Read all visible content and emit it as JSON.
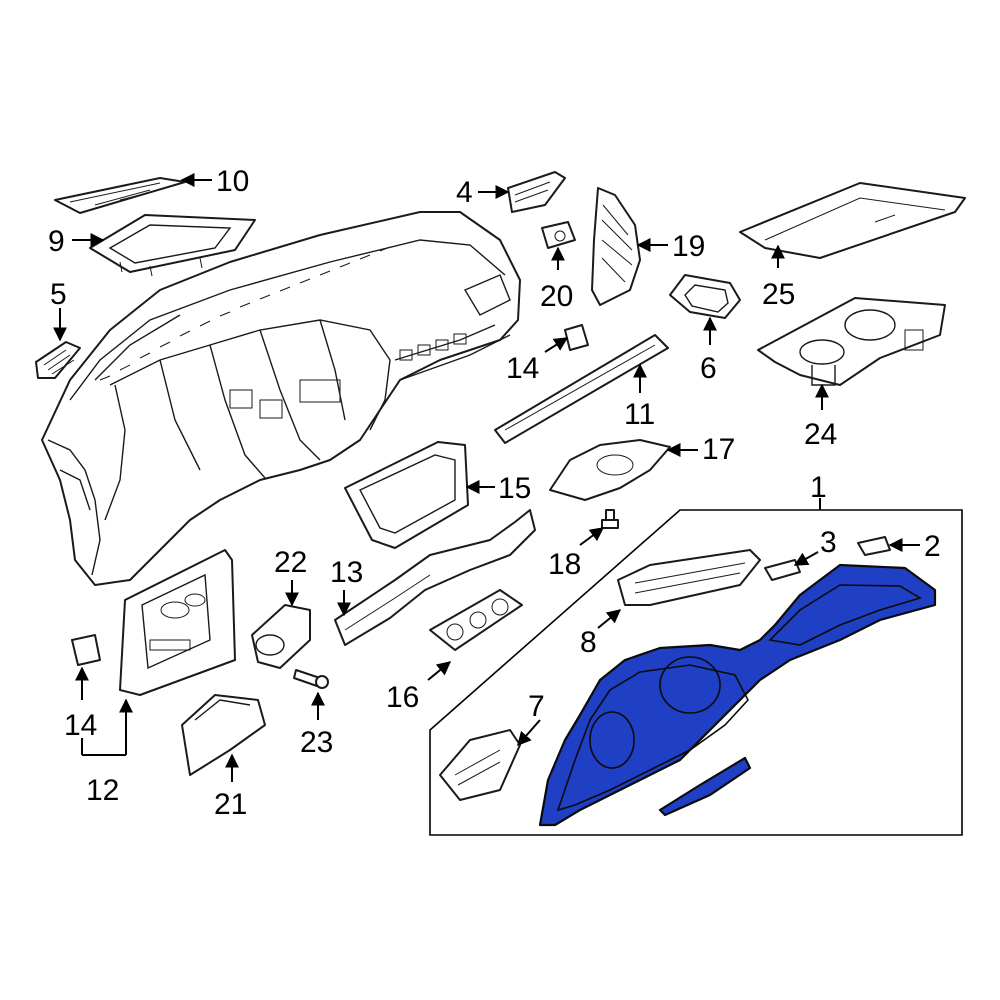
{
  "callouts": {
    "c1": "1",
    "c2": "2",
    "c3": "3",
    "c4": "4",
    "c5": "5",
    "c6": "6",
    "c7": "7",
    "c8": "8",
    "c9": "9",
    "c10": "10",
    "c11": "11",
    "c12": "12",
    "c13": "13",
    "c14a": "14",
    "c14b": "14",
    "c15": "15",
    "c16": "16",
    "c17": "17",
    "c18": "18",
    "c19": "19",
    "c20": "20",
    "c21": "21",
    "c22": "22",
    "c23": "23",
    "c24": "24",
    "c25": "25"
  },
  "colors": {
    "highlight": "#1f3fc4",
    "line": "#1a1a1a",
    "background": "#ffffff"
  }
}
